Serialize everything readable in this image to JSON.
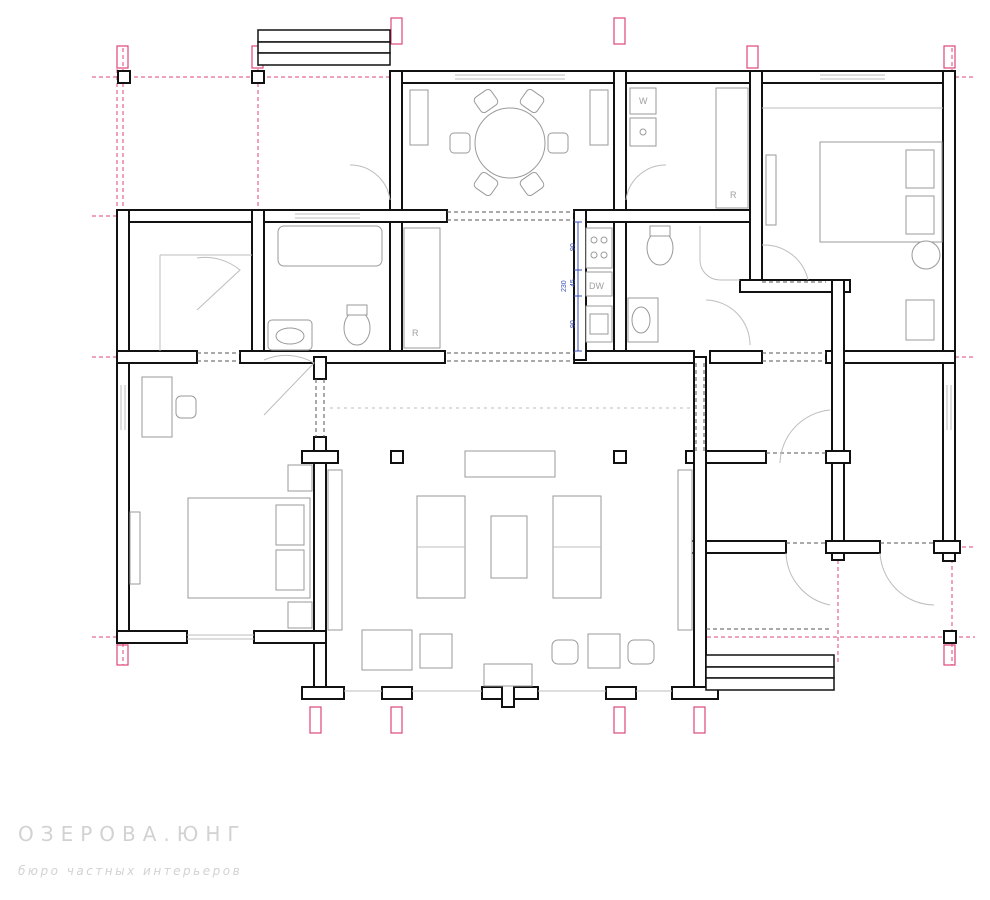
{
  "brand": {
    "title": "ОЗЕРОВА.ЮНГ",
    "subtitle": "бюро частных интерьеров"
  },
  "appliance_labels": {
    "washer": "W",
    "fridge_upper": "R",
    "fridge_bath": "R",
    "dishwasher": "DW"
  },
  "dimensions": {
    "total": "230",
    "segment_top": "90",
    "segment_mid": "45",
    "segment_bottom": "90"
  },
  "colors": {
    "walls": "#111111",
    "grid_axes": "#e0457a",
    "dimension_lines": "#3b4fb5",
    "furniture": "#9a9a9a",
    "brand_text": "#d2d2d2"
  }
}
